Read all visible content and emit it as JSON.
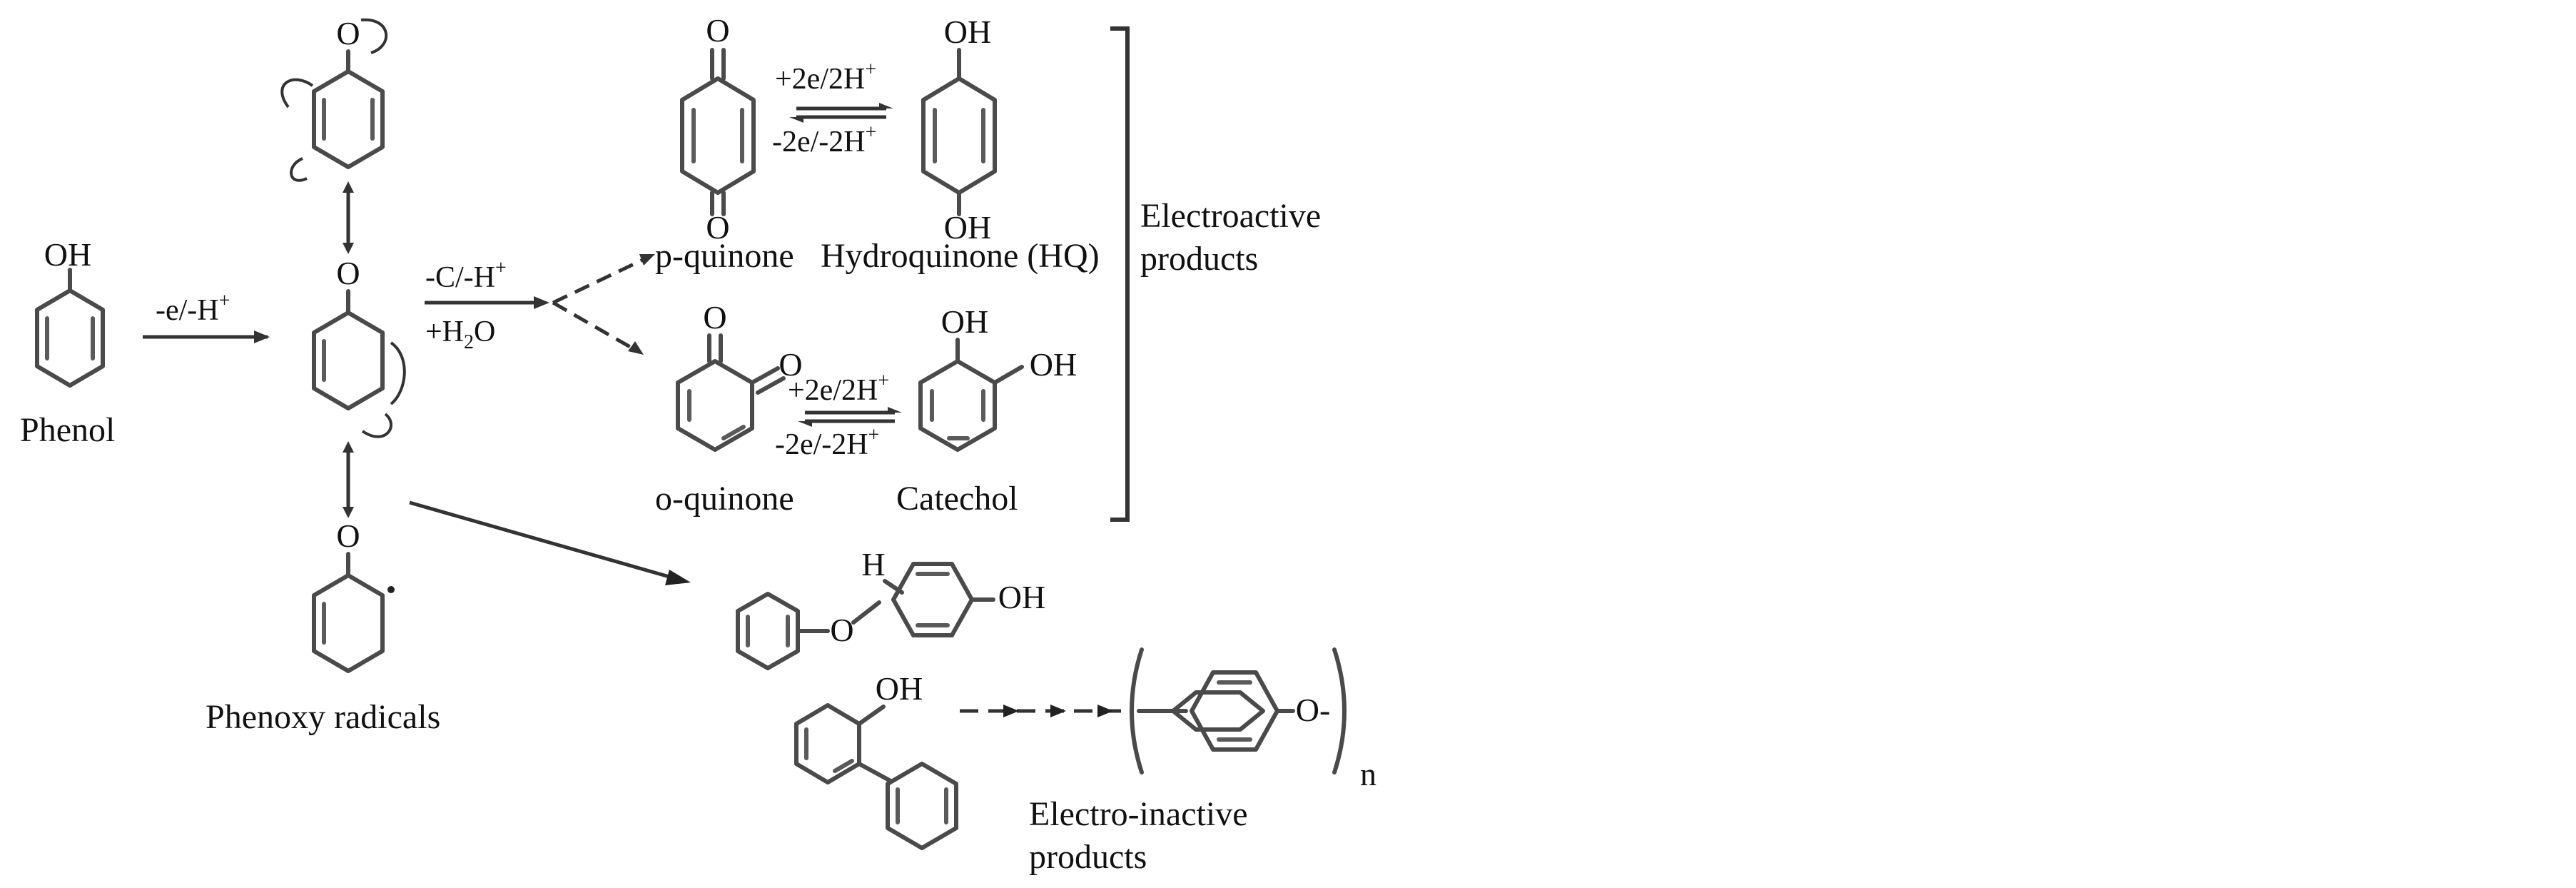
{
  "labels": {
    "phenol": "Phenol",
    "phenoxy_radicals": "Phenoxy radicals",
    "p_quinone": "p-quinone",
    "hydroquinone": "Hydroquinone (HQ)",
    "o_quinone": "o-quinone",
    "catechol": "Catechol",
    "electroactive_line1": "Electroactive",
    "electroactive_line2": "products",
    "electroinactive_line1": "Electro-inactive",
    "electroinactive_line2": "products"
  },
  "atoms": {
    "oh": "OH",
    "o": "O",
    "h": "H",
    "o_dash": "O-",
    "n": "n"
  },
  "reactions": {
    "step1": {
      "text": "-e/-H",
      "sup": "+"
    },
    "step2_top": {
      "text": "-C/-H",
      "sup": "+"
    },
    "step2_bottom": {
      "pre": "+H",
      "sub": "2",
      "post": "O"
    },
    "reduction": {
      "text": "+2e/2H",
      "sup": "+"
    },
    "oxidation": {
      "text": "-2e/-2H",
      "sup": "+"
    }
  }
}
